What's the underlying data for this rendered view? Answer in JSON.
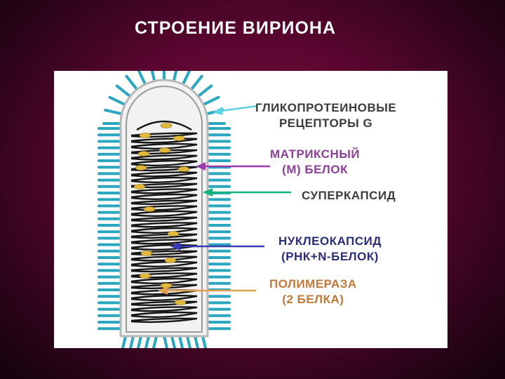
{
  "title": "СТРОЕНИЕ ВИРИОНА",
  "labels": {
    "glycoprotein": [
      "ГЛИКОПРОТЕИНОВЫЕ",
      "РЕЦЕПТОРЫ G"
    ],
    "matrix": [
      "МАТРИКСНЫЙ",
      "(М) БЕЛОК"
    ],
    "supercapsid": [
      "СУПЕРКАПСИД"
    ],
    "nucleocapsid": [
      "НУКЛЕОКАПСИД",
      "(РНК+N-БЕЛОК)"
    ],
    "polymerase": [
      "ПОЛИМЕРАЗА",
      "(2 БЕЛКА)"
    ]
  },
  "colors": {
    "glycoprotein_arrow": "#5fd3e6",
    "matrix_arrow": "#9a3bb0",
    "supercapsid_arrow": "#12b37a",
    "nucleocapsid_arrow": "#3a3ab8",
    "polymerase_arrow": "#e0a050",
    "spike": "#2aa7bf",
    "polymerase_dot": "#e0b83a"
  }
}
